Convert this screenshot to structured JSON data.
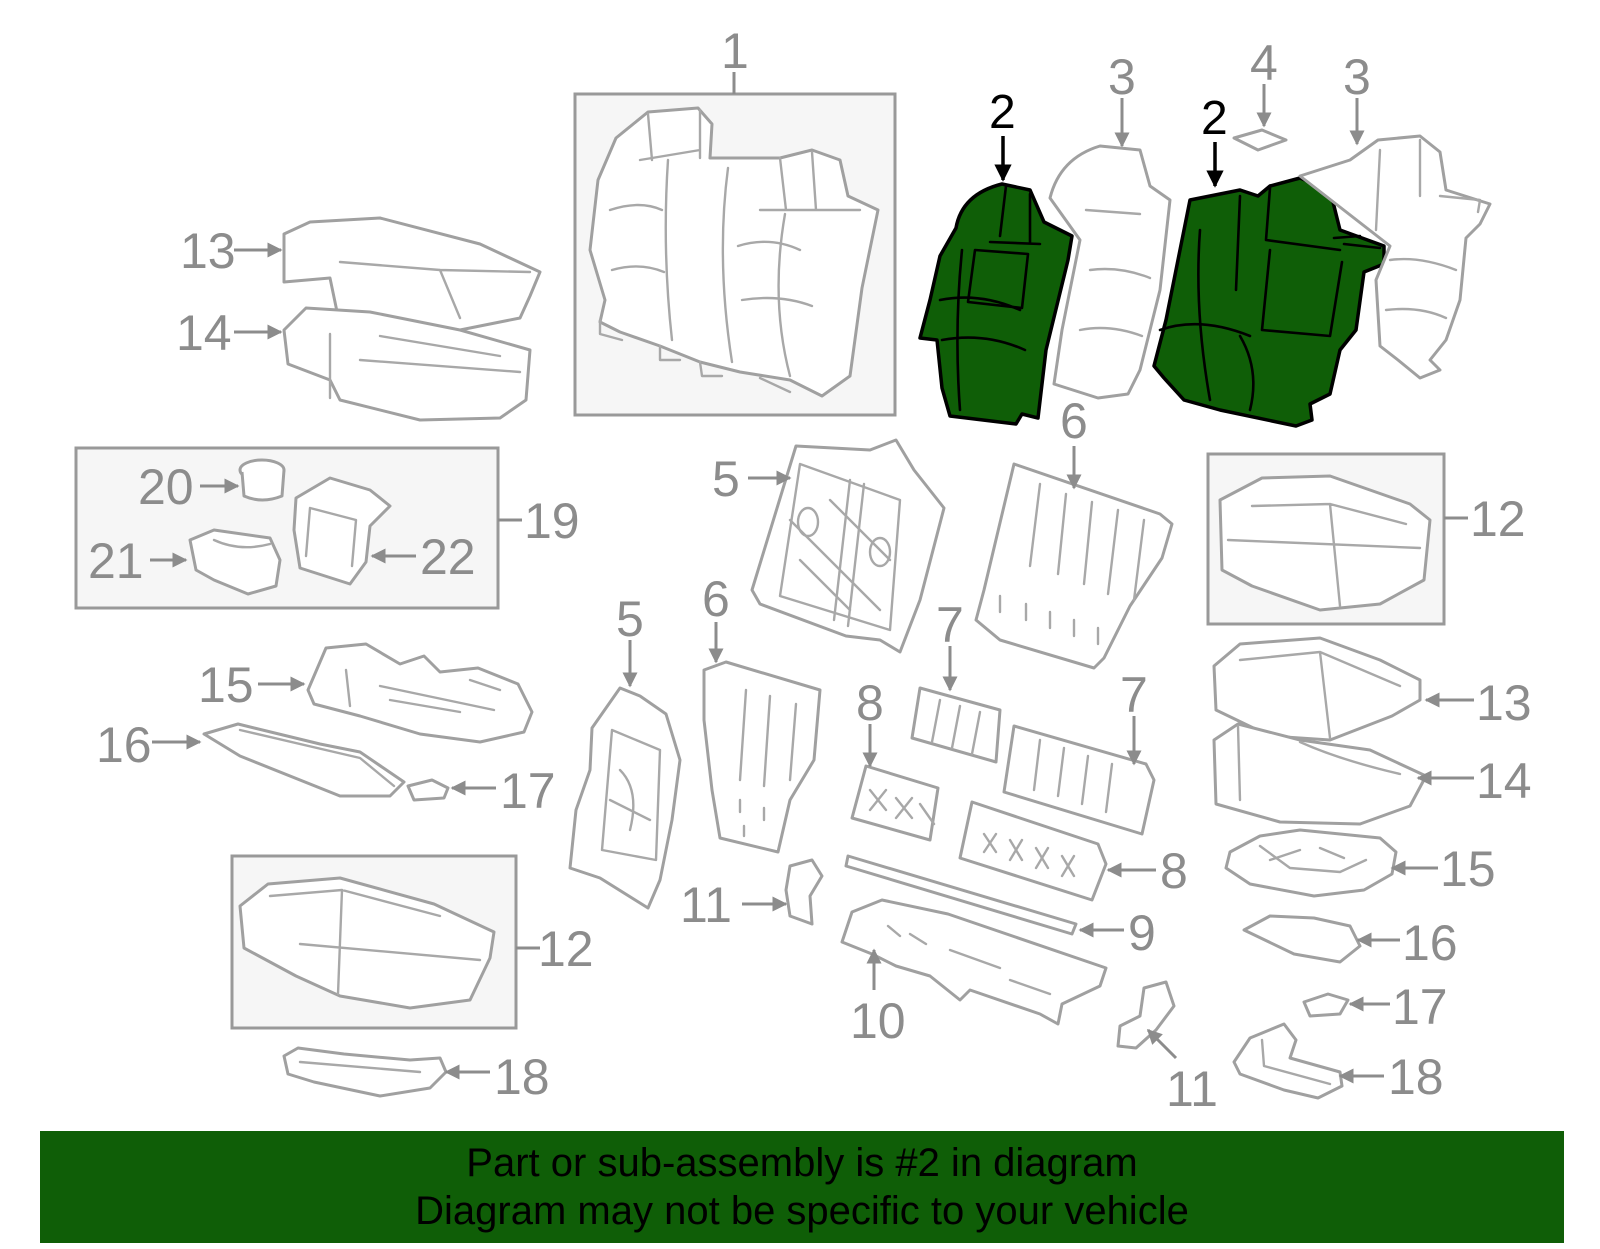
{
  "callouts": {
    "c1": "1",
    "c2a": "2",
    "c2b": "2",
    "c3a": "3",
    "c3b": "3",
    "c4": "4",
    "c5a": "5",
    "c5b": "5",
    "c6a": "6",
    "c6b": "6",
    "c7a": "7",
    "c7b": "7",
    "c8a": "8",
    "c8b": "8",
    "c9": "9",
    "c10": "10",
    "c11a": "11",
    "c11b": "11",
    "c12a": "12",
    "c12b": "12",
    "c13a": "13",
    "c13b": "13",
    "c14a": "14",
    "c14b": "14",
    "c15a": "15",
    "c15b": "15",
    "c16a": "16",
    "c16b": "16",
    "c17a": "17",
    "c17b": "17",
    "c18a": "18",
    "c18b": "18",
    "c19": "19",
    "c20": "20",
    "c21": "21",
    "c22": "22"
  },
  "banner": {
    "line1": "Part or sub-assembly is #2 in diagram",
    "line2": "Diagram may not be specific to your vehicle"
  },
  "colors": {
    "highlight": "#0f5e07",
    "linework": "#a0a0a0",
    "callout": "#8c8c8c"
  }
}
